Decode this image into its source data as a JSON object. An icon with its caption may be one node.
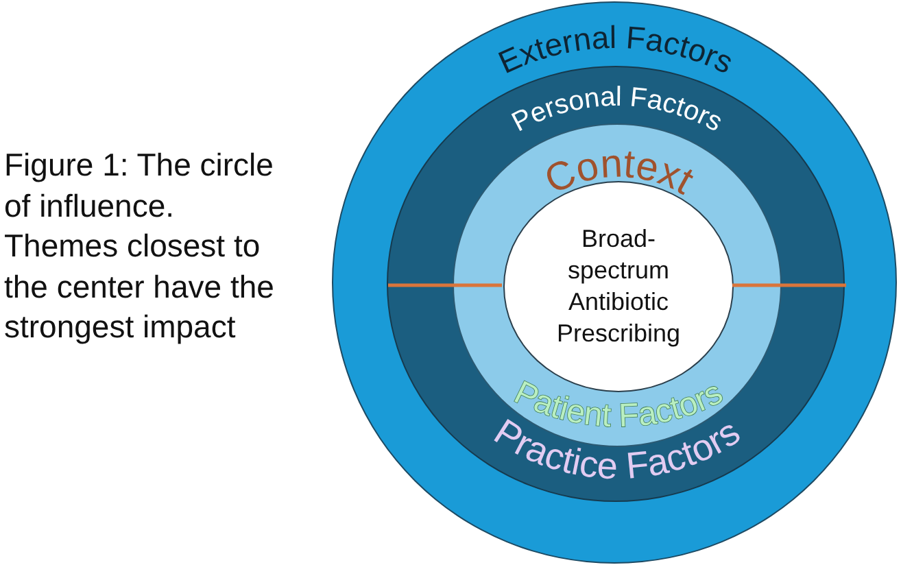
{
  "diagram": {
    "caption": "Figure 1: The circle of influence. Themes closest to the center have the strongest impact",
    "nodes": [
      {
        "text": [
          "External Factors"
        ]
      },
      {
        "text": [
          "Personal Factors",
          "Practice Factors"
        ],
        "in": 0
      },
      {
        "text": [
          "Context",
          "Patient Factors"
        ],
        "in": 1
      },
      {
        "text": [
          "Broad-spectrum Antibiotic Prescribing"
        ],
        "in": 2
      }
    ]
  }
}
